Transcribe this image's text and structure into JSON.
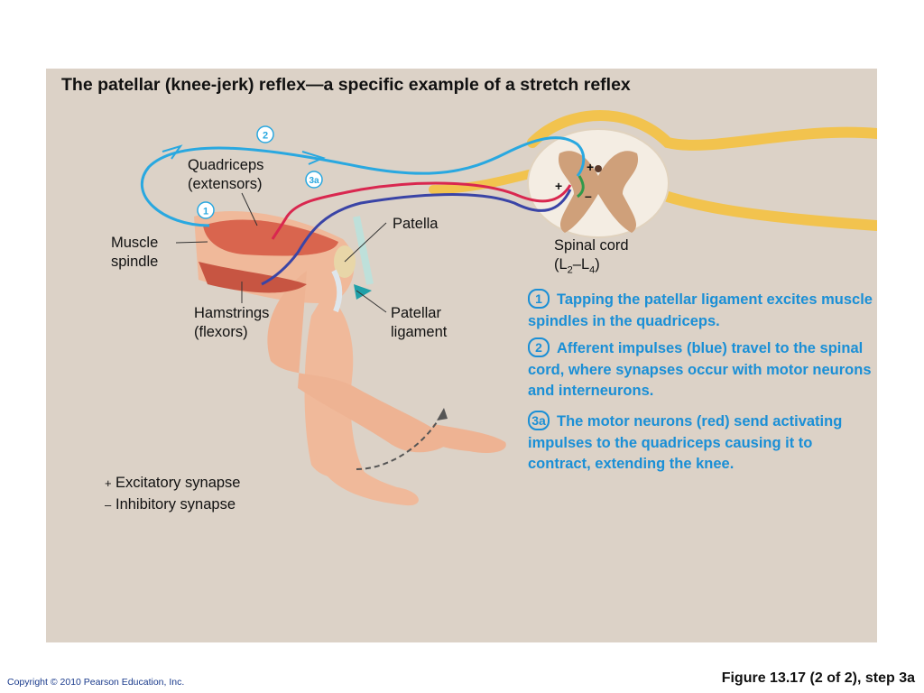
{
  "title": "The patellar (knee-jerk) reflex—a specific example of a stretch reflex",
  "labels": {
    "quadriceps": "Quadriceps",
    "quadriceps_sub": "(extensors)",
    "muscle": "Muscle",
    "spindle": "spindle",
    "patella": "Patella",
    "hamstrings": "Hamstrings",
    "hamstrings_sub": "(flexors)",
    "patellar": "Patellar",
    "ligament": "ligament",
    "spinal_cord": "Spinal cord",
    "segment_open": "(L",
    "segment_sub1": "2",
    "segment_dash": "–L",
    "segment_sub2": "4",
    "segment_close": ")"
  },
  "markers": {
    "m1": "1",
    "m2": "2",
    "m3a": "3a",
    "plus": "+",
    "minus": "–"
  },
  "steps": [
    {
      "num": "1",
      "text": "Tapping the patellar ligament excites muscle spindles in the quadriceps."
    },
    {
      "num": "2",
      "text": "Afferent impulses (blue) travel to the spinal cord, where synapses occur with motor neurons and interneurons."
    },
    {
      "num": "3a",
      "text": "The motor neurons (red) send activating impulses to the quadriceps causing it to contract, extending the knee."
    }
  ],
  "legend": {
    "excitatory_symbol": "+",
    "excitatory": "Excitatory synapse",
    "inhibitory_symbol": "–",
    "inhibitory": "Inhibitory synapse"
  },
  "footer": {
    "copyright": "Copyright © 2010 Pearson Education, Inc.",
    "figure": "Figure 13.17 (2 of 2), step 3a"
  },
  "colors": {
    "panel": "#dcd2c7",
    "afferent": "#29a8e0",
    "motor": "#d9274f",
    "inhibitory_neuron": "#3a44a6",
    "interneuron": "#2f9a4a",
    "step_text": "#1a8fd6",
    "skin": "#f0b99a",
    "muscle": "#d9654e",
    "nerve_yellow": "#f2c34e"
  }
}
